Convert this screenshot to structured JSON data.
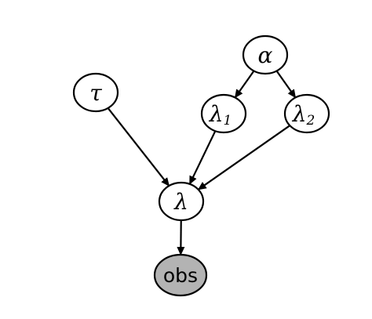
{
  "diagram": {
    "nodes": [
      {
        "id": "alpha",
        "symbol": "α",
        "subscript": "",
        "style": "math",
        "observed": false
      },
      {
        "id": "tau",
        "symbol": "τ",
        "subscript": "",
        "style": "math",
        "observed": false
      },
      {
        "id": "lambda1",
        "symbol": "λ",
        "subscript": "1",
        "style": "math",
        "observed": false
      },
      {
        "id": "lambda2",
        "symbol": "λ",
        "subscript": "2",
        "style": "math",
        "observed": false
      },
      {
        "id": "lambda",
        "symbol": "λ",
        "subscript": "",
        "style": "math",
        "observed": false
      },
      {
        "id": "obs",
        "symbol": "obs",
        "subscript": "",
        "style": "plain",
        "observed": true
      }
    ],
    "edges": [
      {
        "from": "alpha",
        "to": "lambda1"
      },
      {
        "from": "alpha",
        "to": "lambda2"
      },
      {
        "from": "tau",
        "to": "lambda"
      },
      {
        "from": "lambda1",
        "to": "lambda"
      },
      {
        "from": "lambda2",
        "to": "lambda"
      },
      {
        "from": "lambda",
        "to": "obs"
      }
    ],
    "colors": {
      "stroke": "#000000",
      "node_fill": "#ffffff",
      "observed_fill": "#b3b3b3"
    }
  }
}
